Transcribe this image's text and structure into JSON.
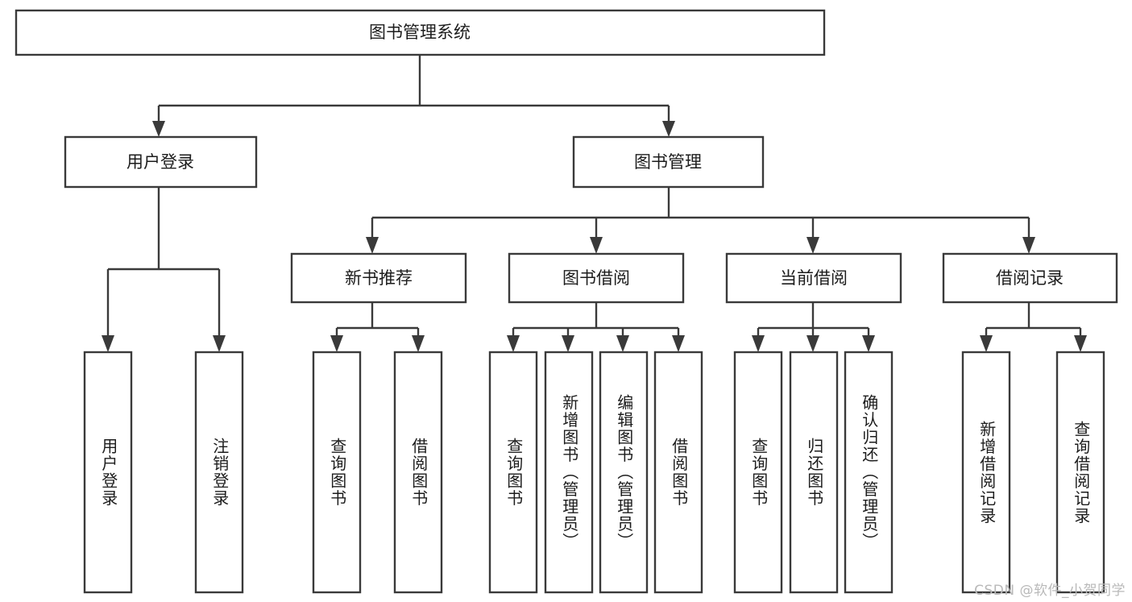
{
  "diagram": {
    "type": "tree-hierarchy-chart",
    "title": "图书管理系统",
    "levels": 4,
    "root": {
      "label": "图书管理系统"
    },
    "level2": [
      {
        "label": "用户登录"
      },
      {
        "label": "图书管理"
      }
    ],
    "level3": [
      {
        "label": "新书推荐"
      },
      {
        "label": "图书借阅"
      },
      {
        "label": "当前借阅"
      },
      {
        "label": "借阅记录"
      }
    ],
    "leaves": [
      {
        "label": "用户登录",
        "parent": "用户登录"
      },
      {
        "label": "注销登录",
        "parent": "用户登录"
      },
      {
        "label": "查询图书",
        "parent": "新书推荐"
      },
      {
        "label": "借阅图书",
        "parent": "新书推荐"
      },
      {
        "label": "查询图书",
        "parent": "图书借阅"
      },
      {
        "label": "新增图书（管理员）",
        "parent": "图书借阅"
      },
      {
        "label": "编辑图书（管理员）",
        "parent": "图书借阅"
      },
      {
        "label": "借阅图书",
        "parent": "图书借阅"
      },
      {
        "label": "查询图书",
        "parent": "当前借阅"
      },
      {
        "label": "归还图书",
        "parent": "当前借阅"
      },
      {
        "label": "确认归还（管理员）",
        "parent": "当前借阅"
      },
      {
        "label": "新增借阅记录",
        "parent": "借阅记录"
      },
      {
        "label": "查询借阅记录",
        "parent": "借阅记录"
      }
    ]
  },
  "watermark": {
    "text": "CSDN @软件_小贺同学"
  },
  "colors": {
    "stroke": "#3a3a3a",
    "fill": "#ffffff",
    "text": "#1c1c1c",
    "watermark": "#b9b9b9"
  }
}
